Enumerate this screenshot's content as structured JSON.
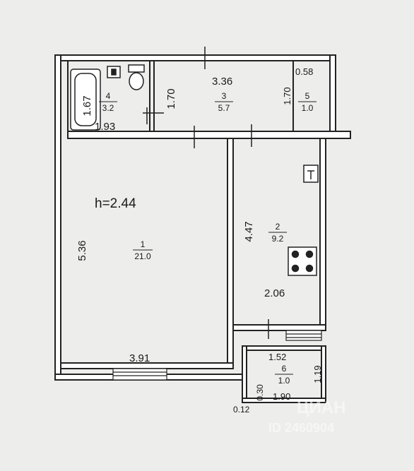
{
  "ceiling_height": "h=2.44",
  "rooms": [
    {
      "id": "room-1",
      "number": "1",
      "area": "21.0"
    },
    {
      "id": "room-2",
      "number": "2",
      "area": "9.2"
    },
    {
      "id": "room-3",
      "number": "3",
      "area": "5.7"
    },
    {
      "id": "room-4",
      "number": "4",
      "area": "3.2"
    },
    {
      "id": "room-5",
      "number": "5",
      "area": "1.0"
    },
    {
      "id": "room-6",
      "number": "6",
      "area": "1.0"
    }
  ],
  "dimensions": {
    "bath_height": "1.67",
    "bath_width": "1.93",
    "bath_wall": "1.70",
    "hall_width": "3.36",
    "closet_width": "0.58",
    "closet_height": "1.70",
    "room1_height": "5.36",
    "room1_width": "3.91",
    "kitchen_height": "4.47",
    "kitchen_width": "2.06",
    "balcony_top": "1.52",
    "balcony_height": "1.19",
    "balcony_bottom": "1.90",
    "balcony_side": "0.30",
    "balcony_offset": "0.12"
  },
  "watermark": {
    "brand": "ЦИАН",
    "id_text": "ID 2460904"
  }
}
